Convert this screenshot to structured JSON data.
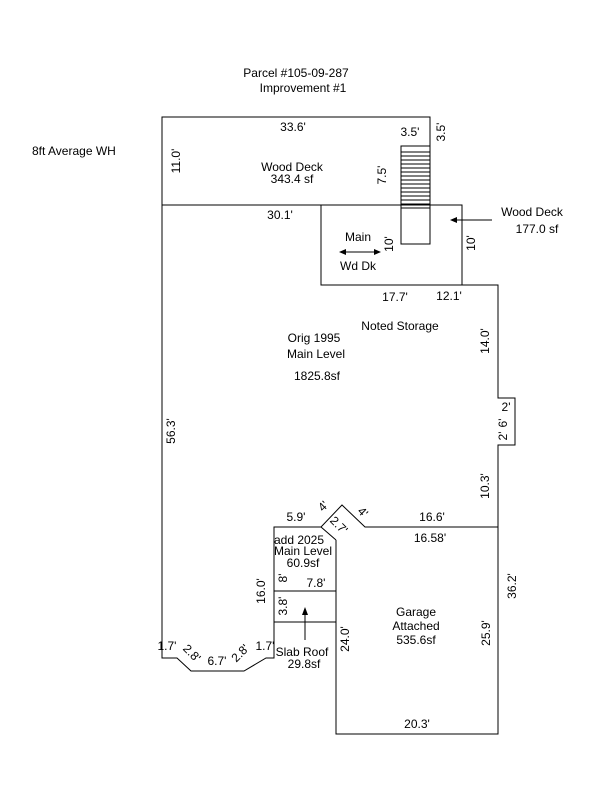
{
  "header": {
    "parcel": "Parcel #105-09-287",
    "improvement": "Improvement #1",
    "wall_height": "8ft Average WH"
  },
  "deck_top": {
    "name": "Wood Deck",
    "area": "343.4 sf",
    "dim_top": "33.6'",
    "dim_left": "11.0'",
    "dim_bottom": "30.1'"
  },
  "stairs": {
    "dim_width": "3.5'",
    "dim_right": "3.5'",
    "dim_run": "7.5'",
    "dim_lower": "10'"
  },
  "deck_side": {
    "name": "Wood Deck",
    "area": "177.0 sf",
    "dim_right": "10'",
    "dim_bottom_left": "17.7'",
    "dim_bottom_right": "12.1'",
    "main_label": "Main",
    "wd_label": "Wd Dk"
  },
  "main_level": {
    "name_line1": "Orig 1995",
    "name_line2": "Main Level",
    "area": "1825.8sf",
    "note": "Noted Storage",
    "dim_left": "56.3'",
    "dim_right_upper": "14.0'",
    "dim_jog_out": "2'",
    "dim_jog_len": "6'",
    "dim_jog_in": "2'",
    "dim_right_lower": "10.3'",
    "dim_step_left": "5.9'",
    "dim_bay_a": "4'",
    "dim_bay_b": "2.7'",
    "dim_bay_c": "4'",
    "dim_garage_top": "16.6'"
  },
  "add_2025": {
    "name_line1": "add 2025",
    "name_line2": "Main Level",
    "area": "60.9sf",
    "dim_height": "8'",
    "dim_width": "7.8'",
    "dim_left": "16.0'"
  },
  "slab": {
    "name": "Slab Roof",
    "area": "29.8sf",
    "dim_height": "3.8'"
  },
  "bottom_bay": {
    "dim_a": "1.7'",
    "dim_b": "2.8'",
    "dim_c": "6.7'",
    "dim_d": "2.8'",
    "dim_e": "1.7'"
  },
  "garage": {
    "name_line1": "Garage",
    "name_line2": "Attached",
    "area": "535.6sf",
    "dim_top": "16.58'",
    "dim_right_outer": "36.2'",
    "dim_right_inner": "25.9'",
    "dim_left": "24.0'",
    "dim_bottom": "20.3'"
  }
}
